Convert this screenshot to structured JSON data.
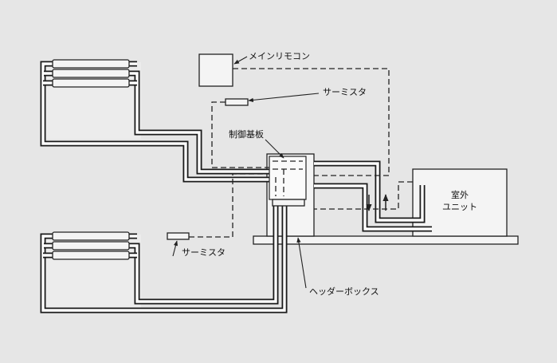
{
  "labels": {
    "main_remote": "メインリモコン",
    "thermistor_top": "サーミスタ",
    "control_board": "制御基板",
    "thermistor_bottom": "サーミスタ",
    "header_box": "ヘッダーボックス",
    "outdoor_line1": "室外",
    "outdoor_line2": "ユニット"
  },
  "colors": {
    "background": "#e6e6e6",
    "line": "#1a1a1a",
    "pipe_inner": "#ffffff"
  }
}
